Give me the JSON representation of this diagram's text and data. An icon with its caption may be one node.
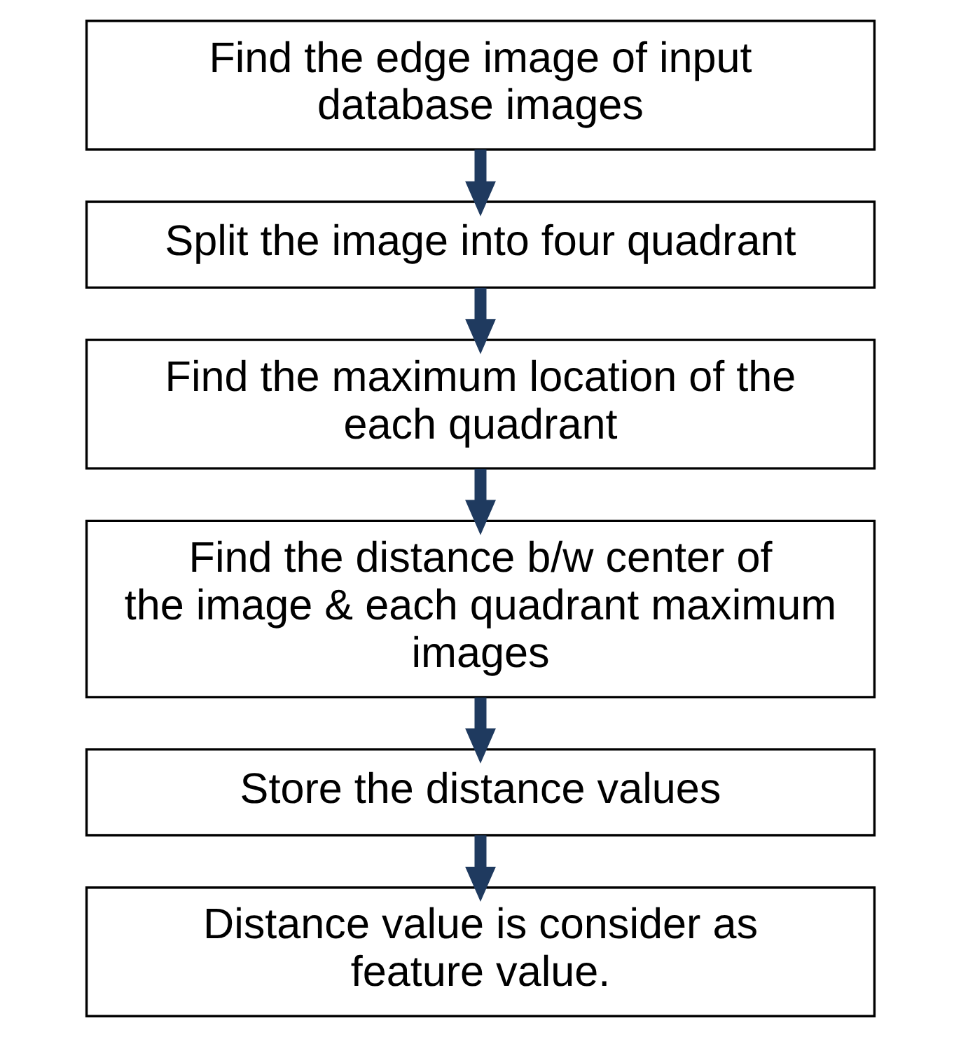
{
  "diagram": {
    "nodes": [
      {
        "text": [
          "Find the edge image of input database images"
        ]
      },
      {
        "text": [
          "Split the image into four quadrant"
        ]
      },
      {
        "text": [
          "Find the maximum location of the each quadrant"
        ]
      },
      {
        "text": [
          "Find the distance b/w center of the image & each quadrant maximum images"
        ]
      },
      {
        "text": [
          "Store the distance values"
        ]
      },
      {
        "text": [
          "Distance value is consider as feature value."
        ]
      }
    ],
    "edges": [
      {
        "from": 0,
        "to": 1,
        "arrow": "to"
      },
      {
        "from": 1,
        "to": 2,
        "arrow": "to"
      },
      {
        "from": 2,
        "to": 3,
        "arrow": "to"
      },
      {
        "from": 3,
        "to": 4,
        "arrow": "to"
      },
      {
        "from": 4,
        "to": 5,
        "arrow": "to"
      }
    ]
  }
}
